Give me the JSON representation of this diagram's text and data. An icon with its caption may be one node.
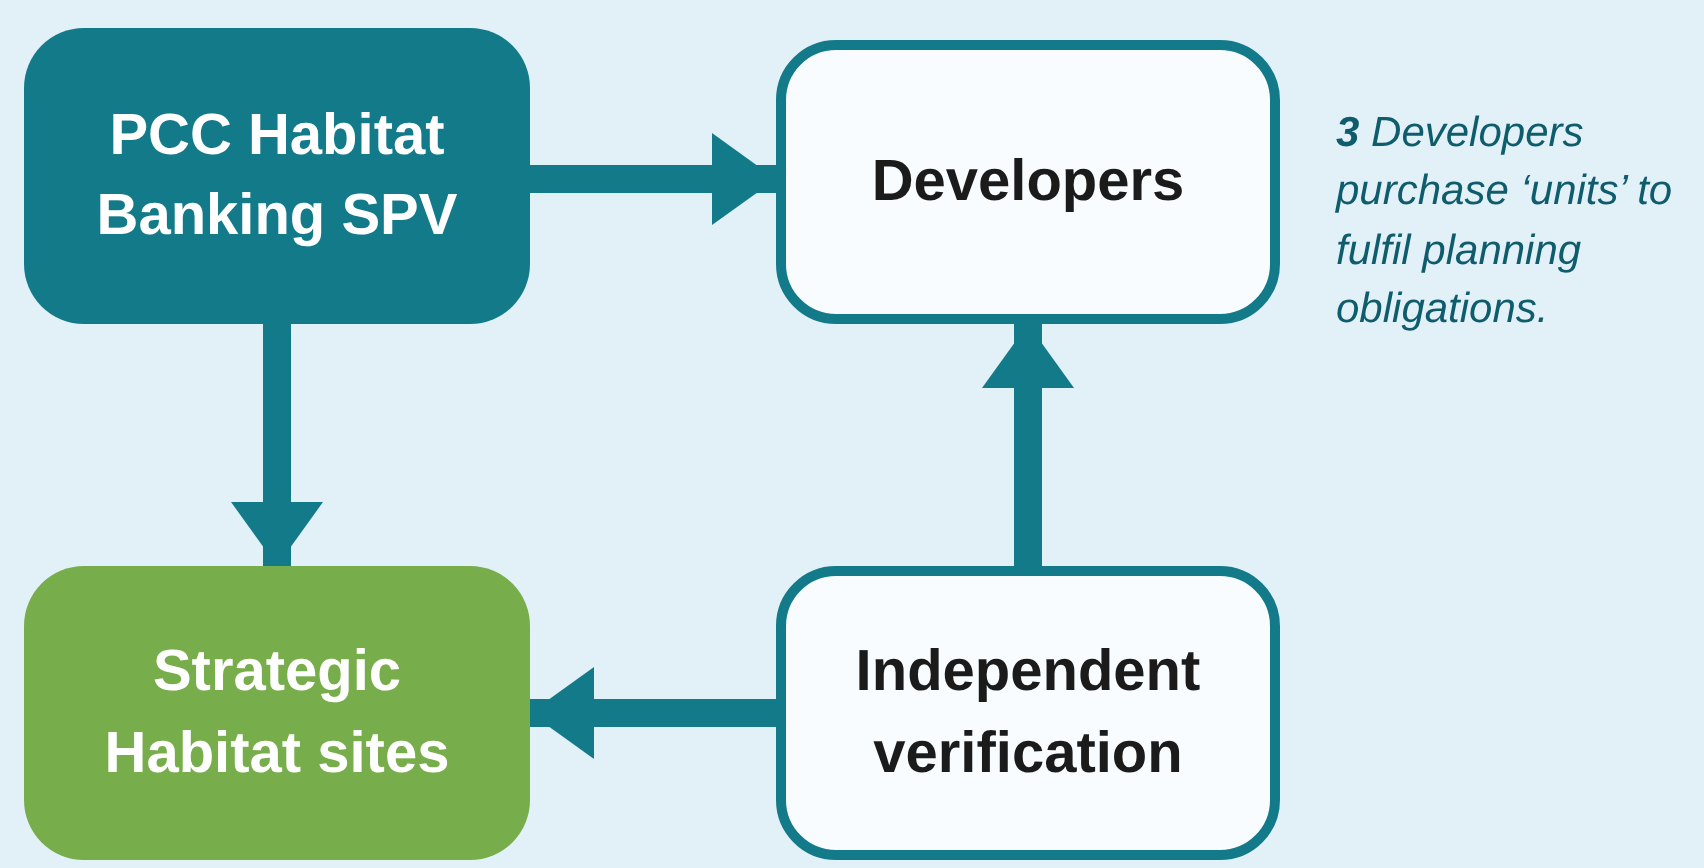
{
  "diagram": {
    "nodes": [
      {
        "text": [
          "PCC Habitat Banking SPV"
        ]
      },
      {
        "text": [
          "Developers"
        ]
      },
      {
        "text": [
          "Strategic Habitat sites"
        ]
      },
      {
        "text": [
          "Independent verification"
        ]
      }
    ],
    "edges": [
      {
        "from": 0,
        "to": 1,
        "arrow": "to"
      },
      {
        "from": 0,
        "to": 2,
        "arrow": "to"
      },
      {
        "from": 3,
        "to": 1,
        "arrow": "to"
      },
      {
        "from": 3,
        "to": 2,
        "arrow": "to"
      }
    ],
    "labels": [
      "**3** Developers purchase ‘units’ to fulfil planning obligations."
    ]
  }
}
